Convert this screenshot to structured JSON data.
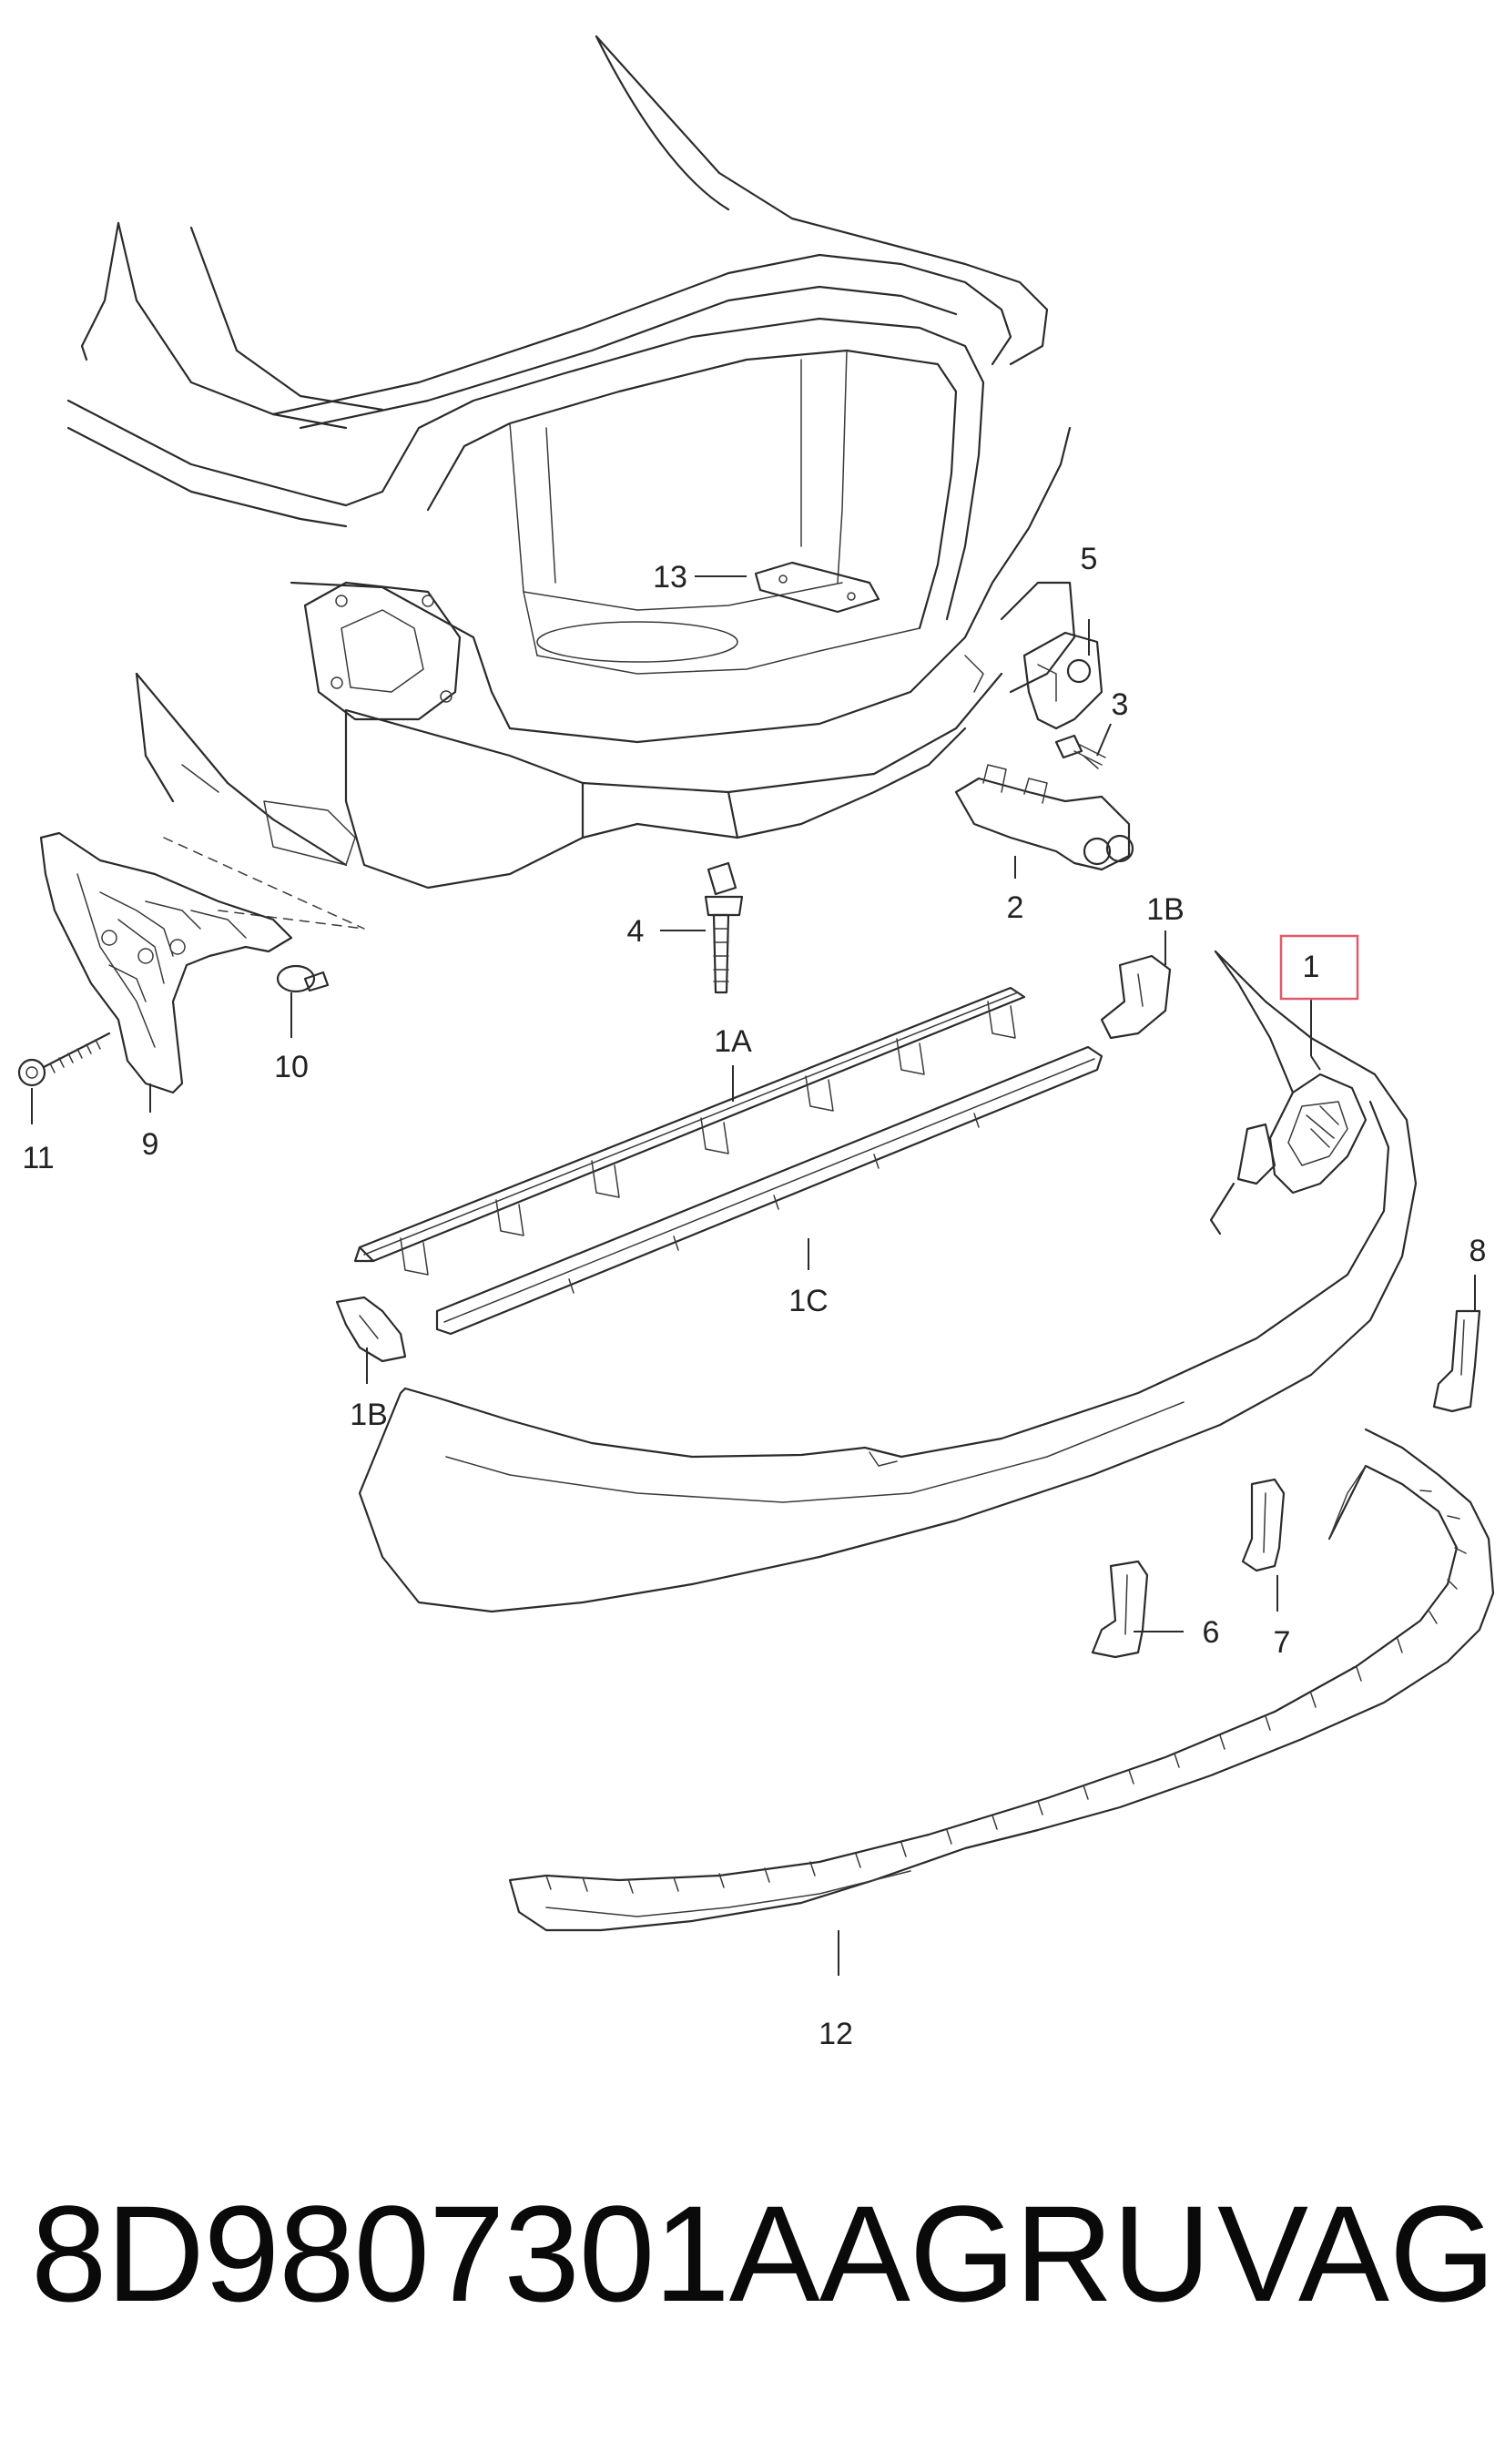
{
  "diagram": {
    "callouts": {
      "p1": "1",
      "p1A": "1A",
      "p1B_top": "1B",
      "p1B_bottom": "1B",
      "p1C": "1C",
      "p2": "2",
      "p3": "3",
      "p4": "4",
      "p5": "5",
      "p6": "6",
      "p7": "7",
      "p8": "8",
      "p9": "9",
      "p10": "10",
      "p11": "11",
      "p12": "12",
      "p13": "13"
    },
    "highlighted_callout": "1",
    "highlight_color": "#e05a6a",
    "line_color": "#2b2b2b"
  },
  "footer": {
    "part_number": "8D9807301AAGRU",
    "brand": "VAG"
  }
}
